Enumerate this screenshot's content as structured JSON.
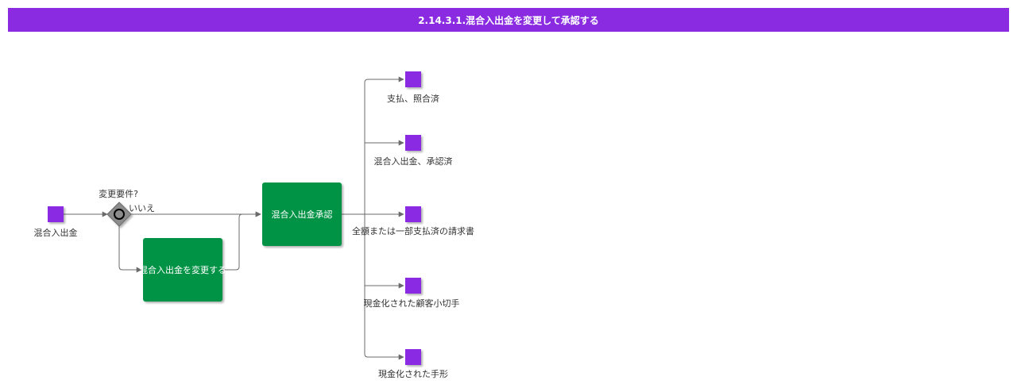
{
  "header": {
    "title": "2.14.3.1.混合入出金を変更して承認する"
  },
  "colors": {
    "event": "#8a2be2",
    "task": "#009345",
    "header": "#8a2be2",
    "edge": "#6b6b6b"
  },
  "diagram": {
    "start_event": {
      "label": "混合入出金"
    },
    "gateway": {
      "label": "変更要件?",
      "branch_label": "いいえ"
    },
    "tasks": {
      "modify": "混合入出金を変更する",
      "approve": "混合入出金承認"
    },
    "end_events": [
      {
        "label": "支払、照合済"
      },
      {
        "label": "混合入出金、承認済"
      },
      {
        "label": "全額または一部支払済の請求書"
      },
      {
        "label": "現金化された顧客小切手"
      },
      {
        "label": "現金化された手形"
      }
    ]
  }
}
